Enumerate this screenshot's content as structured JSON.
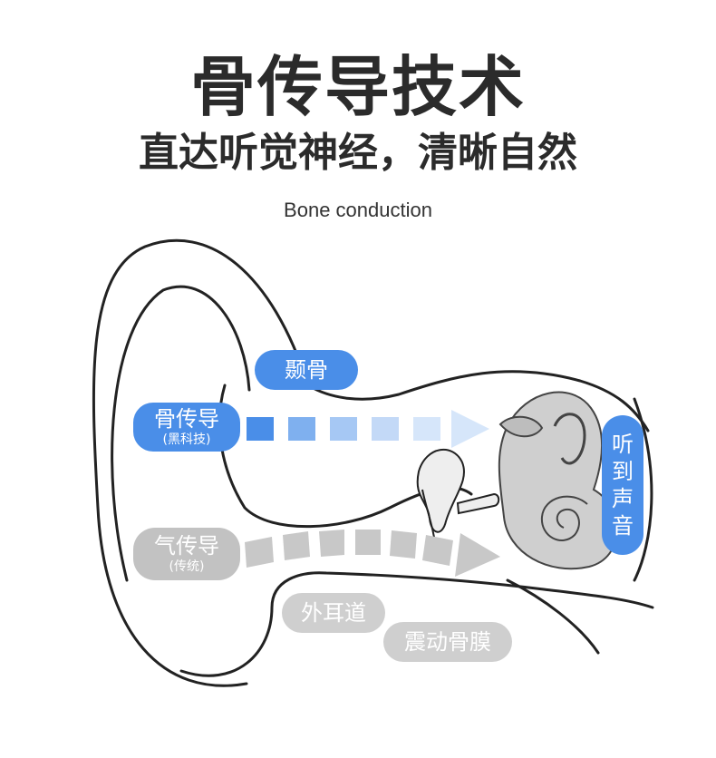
{
  "header": {
    "title": "骨传导技术",
    "subtitle": "直达听觉神经，清晰自然",
    "english": "Bone conduction"
  },
  "labels": {
    "temporal_bone": "颞骨",
    "bone_conduction": "骨传导",
    "bone_conduction_sub": "(黑科技)",
    "air_conduction": "气传导",
    "air_conduction_sub": "(传统)",
    "ear_canal": "外耳道",
    "vibrating_eardrum": "震动骨膜",
    "hear_sound_chars": [
      "听",
      "到",
      "声",
      "音"
    ]
  },
  "colors": {
    "accent_blue": "#4a8ee8",
    "label_gray": "#c2c2c2",
    "arrow_gray": "#c8c8c8",
    "arrow_blue_light": "#d6e6fa"
  }
}
